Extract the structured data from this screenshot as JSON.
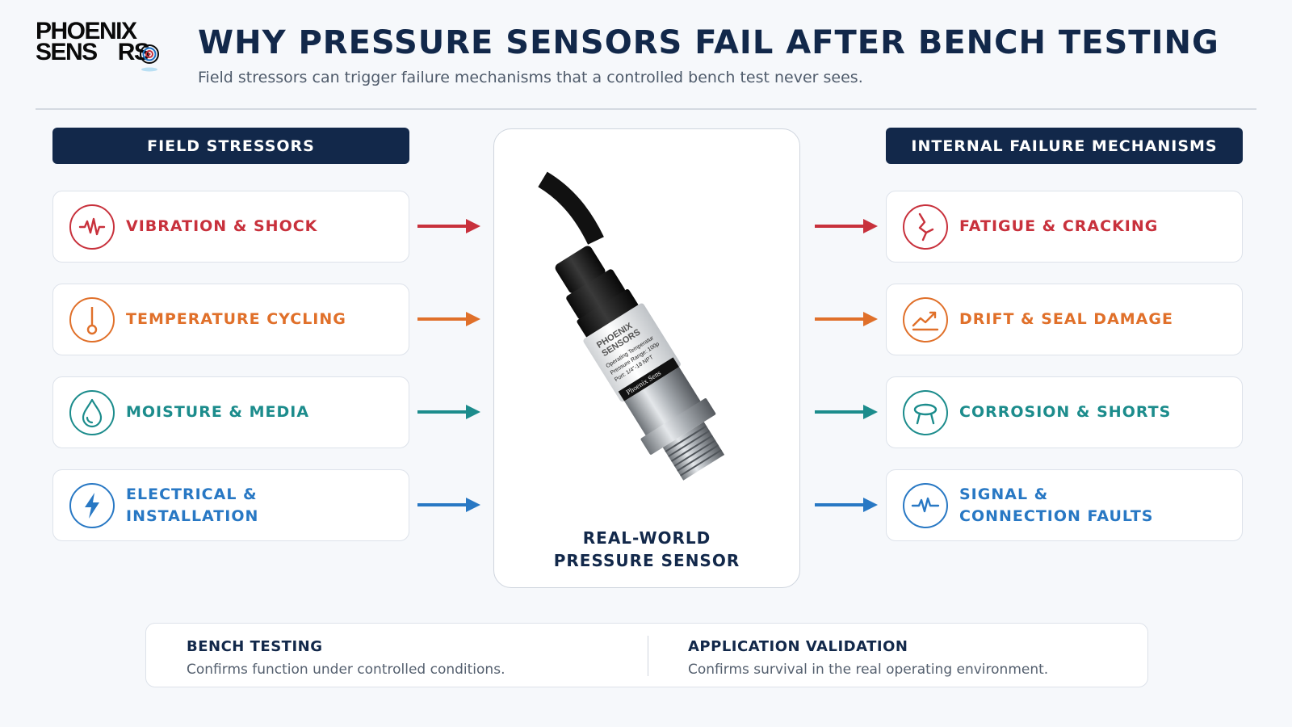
{
  "brand": {
    "line1": "PHOENIX",
    "line2": "SENS",
    "line2_end": "RS"
  },
  "header": {
    "title": "WHY PRESSURE SENSORS FAIL AFTER BENCH TESTING",
    "subtitle": "Field stressors can trigger failure mechanisms that a controlled bench test never sees."
  },
  "left": {
    "heading": "FIELD STRESSORS",
    "items": [
      {
        "line1": "VIBRATION & SHOCK",
        "line2": "",
        "icon": "vibration-icon",
        "color": "#c8313c"
      },
      {
        "line1": "TEMPERATURE CYCLING",
        "line2": "",
        "icon": "thermometer-icon",
        "color": "#e0702a"
      },
      {
        "line1": "MOISTURE & MEDIA",
        "line2": "",
        "icon": "droplet-icon",
        "color": "#1c8c8c"
      },
      {
        "line1": "ELECTRICAL &",
        "line2": "INSTALLATION",
        "icon": "lightning-icon",
        "color": "#2878c4"
      }
    ]
  },
  "right": {
    "heading": "INTERNAL FAILURE MECHANISMS",
    "items": [
      {
        "line1": "FATIGUE & CRACKING",
        "line2": "",
        "icon": "crack-icon",
        "color": "#c8313c"
      },
      {
        "line1": "DRIFT & SEAL DAMAGE",
        "line2": "",
        "icon": "drift-chart-icon",
        "color": "#e0702a"
      },
      {
        "line1": "CORROSION & SHORTS",
        "line2": "",
        "icon": "corrosion-icon",
        "color": "#1c8c8c"
      },
      {
        "line1": "SIGNAL &",
        "line2": "CONNECTION FAULTS",
        "icon": "signal-icon",
        "color": "#2878c4"
      }
    ]
  },
  "center": {
    "label_line1": "REAL-WORLD",
    "label_line2": "PRESSURE SENSOR",
    "sensor_text": {
      "brand1": "PHOENIX",
      "brand2": "SENSORS",
      "line1": "Operating Temperatur",
      "line2": "Pressure Range: 100p",
      "line3": "Port: 1/4\"-18 NPT",
      "maker": "Phoenix Sens"
    }
  },
  "footer": {
    "bench_title": "BENCH TESTING",
    "bench_text": "Confirms function under controlled conditions.",
    "app_title": "APPLICATION VALIDATION",
    "app_text": "Confirms survival in the real operating environment."
  }
}
